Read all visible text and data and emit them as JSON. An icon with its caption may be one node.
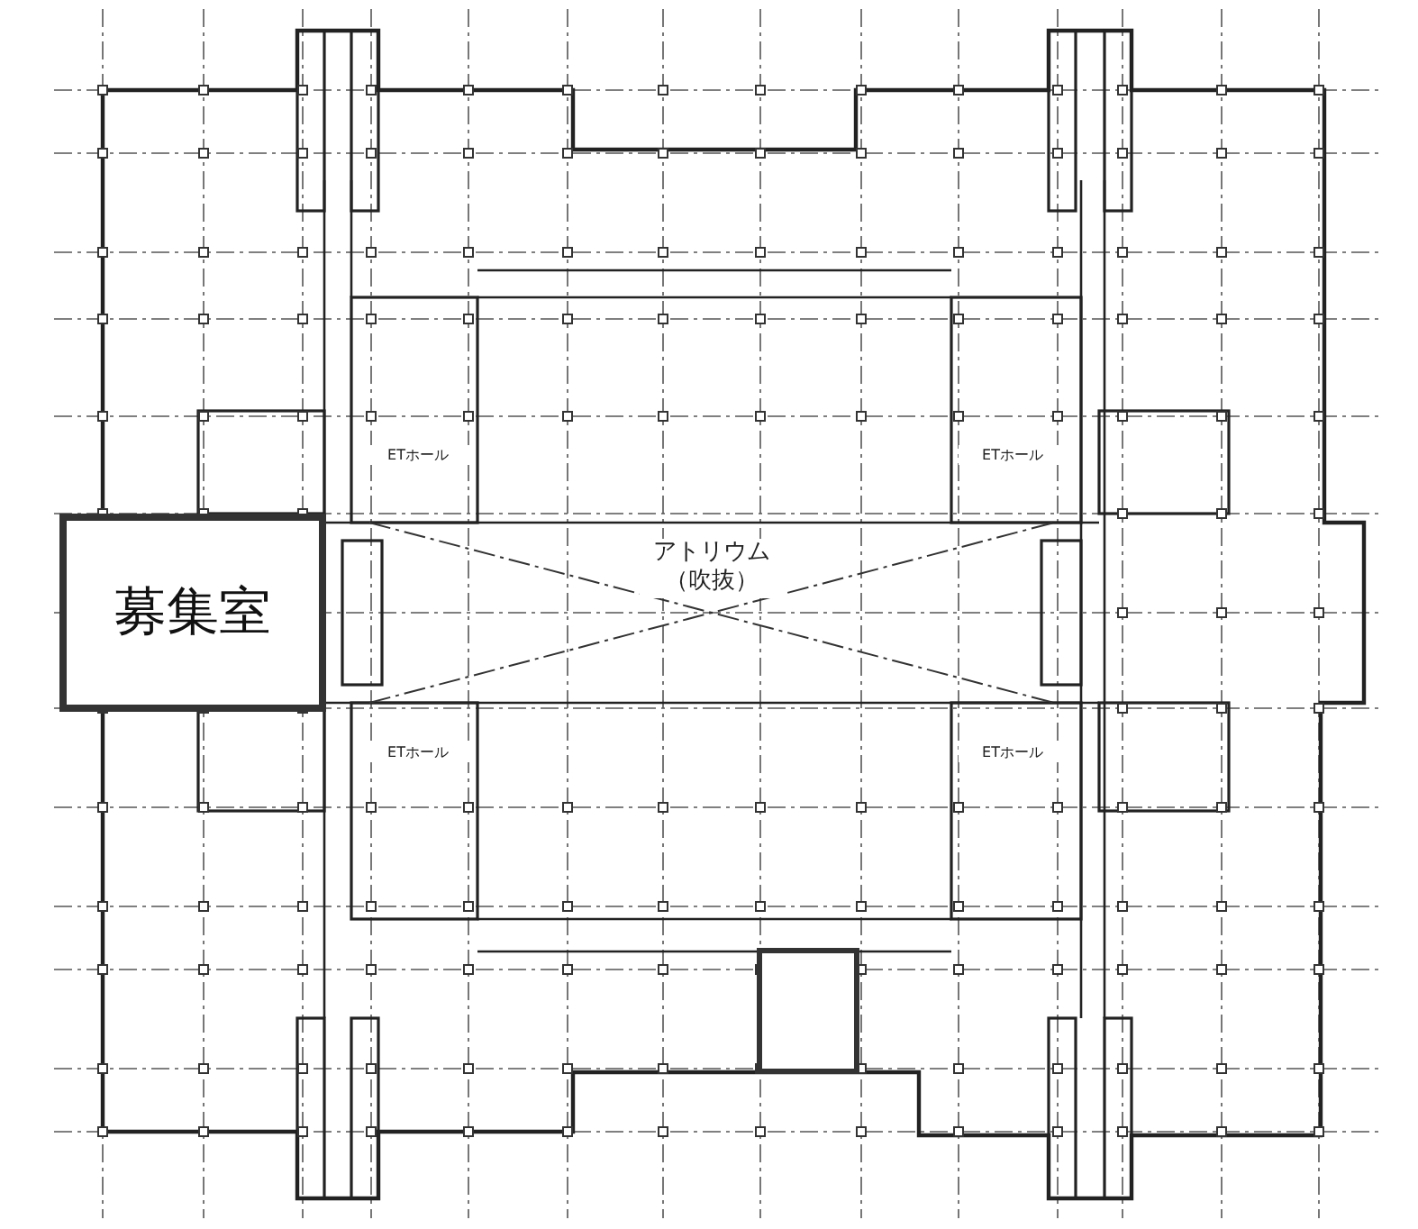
{
  "diagram": {
    "nodes": [
      {
        "text": [
          "募集室"
        ]
      },
      {
        "text": [],
        "shape": "box"
      }
    ],
    "labels": [
      "ETホール",
      "ETホール",
      "アトリウム（吹抜）",
      "ETホール",
      "ETホール"
    ]
  }
}
